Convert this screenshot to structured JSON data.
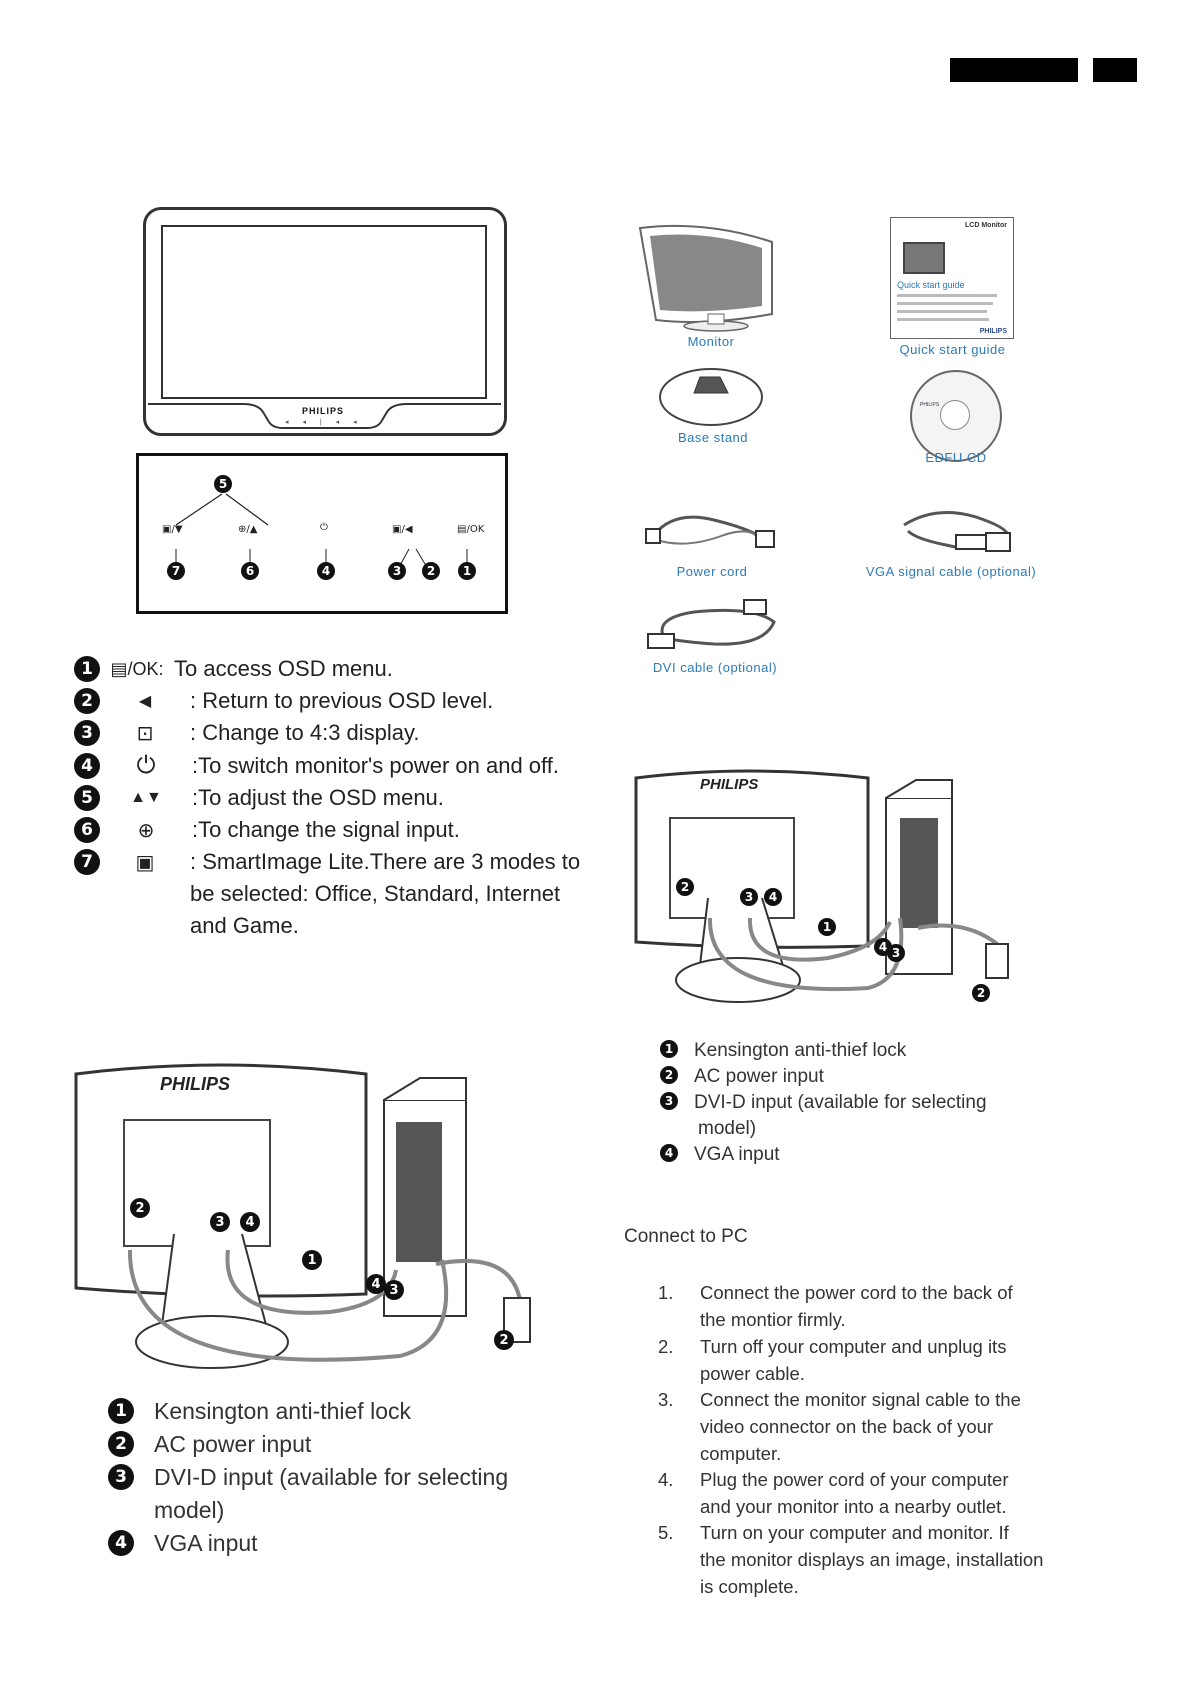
{
  "header": {},
  "front_panel": {
    "logo_text": "PHILIPS",
    "button_markers": "◂ ◂ | ◂ ◂"
  },
  "control_panel": {
    "markers": {
      "m5": "5",
      "m7": "7",
      "m6": "6",
      "m4": "4",
      "m3": "3",
      "m2": "2",
      "m1": "1"
    },
    "labels": {
      "l7": "▣/▼",
      "l6": "⊕/▲",
      "l4": "⏻",
      "l32": "▣/◀",
      "l1": "▤/OK"
    }
  },
  "legend": {
    "items": [
      {
        "num": "1",
        "icon": "▤/OK:",
        "text": "To access OSD menu."
      },
      {
        "num": "2",
        "icon": "◀",
        "text": ": Return to previous OSD level."
      },
      {
        "num": "3",
        "icon": "⊡",
        "text": ": Change to 4:3 display."
      },
      {
        "num": "4",
        "icon": "⏻",
        "text": ":To switch monitor's power on and off."
      },
      {
        "num": "5",
        "icon": "▲▼",
        "text": ":To adjust the OSD menu."
      },
      {
        "num": "6",
        "icon": "⊕",
        "text": ":To change the signal input."
      },
      {
        "num": "7",
        "icon": "▣",
        "text": ": SmartImage Lite.There are 3 modes to"
      }
    ],
    "continuation_1": "be selected: Office, Standard, Internet",
    "continuation_2": "and Game."
  },
  "package": {
    "monitor": "Monitor",
    "quick_start": "Quick start guide",
    "base_stand": "Base stand",
    "edfu_cd": "EDFU CD",
    "power_cord": "Power cord",
    "vga_cable": "VGA signal cable (optional)",
    "dvi_cable": "DVI cable (optional)",
    "guide_header": "LCD Monitor",
    "guide_title": "Quick start guide",
    "guide_brand": "PHILIPS",
    "cd_brand": "PHILIPS"
  },
  "rear_diagram": {
    "brand": "PHILIPS",
    "markers": {
      "m1": "1",
      "m2": "2",
      "m3": "3",
      "m4": "4",
      "m2b": "2",
      "m3b": "3",
      "m4b": "4"
    }
  },
  "right_list": [
    {
      "num": "1",
      "text": "Kensington anti-thief lock"
    },
    {
      "num": "2",
      "text": "AC power input"
    },
    {
      "num": "3",
      "text": "DVI-D input (available for selecting"
    },
    {
      "num": "4",
      "text": "VGA input"
    }
  ],
  "right_list_cont": "model)",
  "left_list": [
    {
      "num": "1",
      "text": "Kensington anti-thief lock"
    },
    {
      "num": "2",
      "text": "AC power input"
    },
    {
      "num": "3",
      "text": "DVI-D input (available for selecting"
    },
    {
      "num": "4",
      "text": "VGA input"
    }
  ],
  "left_list_cont": "model)",
  "connect": {
    "title": "Connect to PC",
    "steps": [
      {
        "n": "1.",
        "l1": "Connect the power cord to the back of",
        "l2": "the montior firmly.",
        "l3": ""
      },
      {
        "n": "2.",
        "l1": "Turn off your computer and unplug its",
        "l2": "power cable.",
        "l3": ""
      },
      {
        "n": "3.",
        "l1": "Connect the monitor signal cable to the",
        "l2": "video connector on the back of your",
        "l3": "computer."
      },
      {
        "n": "4.",
        "l1": "Plug the power cord of your computer",
        "l2": "and your monitor into a nearby outlet.",
        "l3": ""
      },
      {
        "n": "5.",
        "l1": "Turn on your computer and monitor. If",
        "l2": "the monitor displays an image, installation",
        "l3": "is complete."
      }
    ]
  }
}
